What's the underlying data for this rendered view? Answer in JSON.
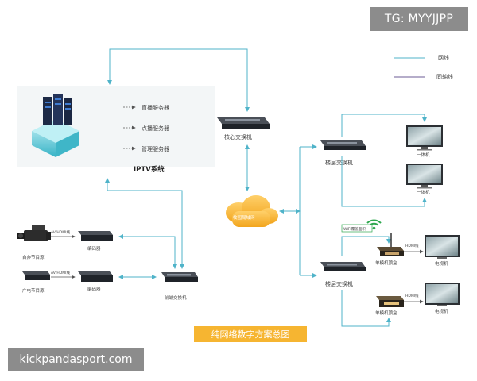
{
  "watermark": "TG: MYYJJPP",
  "site_badge": "kickpandasport.com",
  "title": "纯网络数字方案总图",
  "legend": {
    "network_line": "网线",
    "coax_line": "同轴线"
  },
  "iptv": {
    "label": "IPTV系统",
    "services": [
      "直播服务器",
      "点播服务器",
      "管理服务器"
    ]
  },
  "core_switch": "核心交换机",
  "campus_network": "校园局域网",
  "floor_switch_top": "楼层交换机",
  "floor_switch_bottom": "楼层交换机",
  "all_in_one": [
    "一体机",
    "一体机"
  ],
  "sources": {
    "self_program": "自办节目源",
    "broadcast": "广电节目源",
    "av_hdmi_1": "AV/HDMI线",
    "av_hdmi_2": "AV/HDMI线",
    "encoder_1": "编码器",
    "encoder_2": "编码器",
    "front_switch": "前端交换机"
  },
  "wifi_box_label": "WIFI覆盖面积",
  "stb": [
    "单模机顶盒",
    "单模机顶盒"
  ],
  "hdmi": [
    "HDMI线",
    "HDMI线"
  ],
  "tv": [
    "电视机",
    "电视机"
  ],
  "colors": {
    "network": "#4fb3c9",
    "coax": "#6b5b95",
    "cloud": "#f6b531",
    "server_teal": "#5cc6d6",
    "wifi": "#2fa84f"
  }
}
